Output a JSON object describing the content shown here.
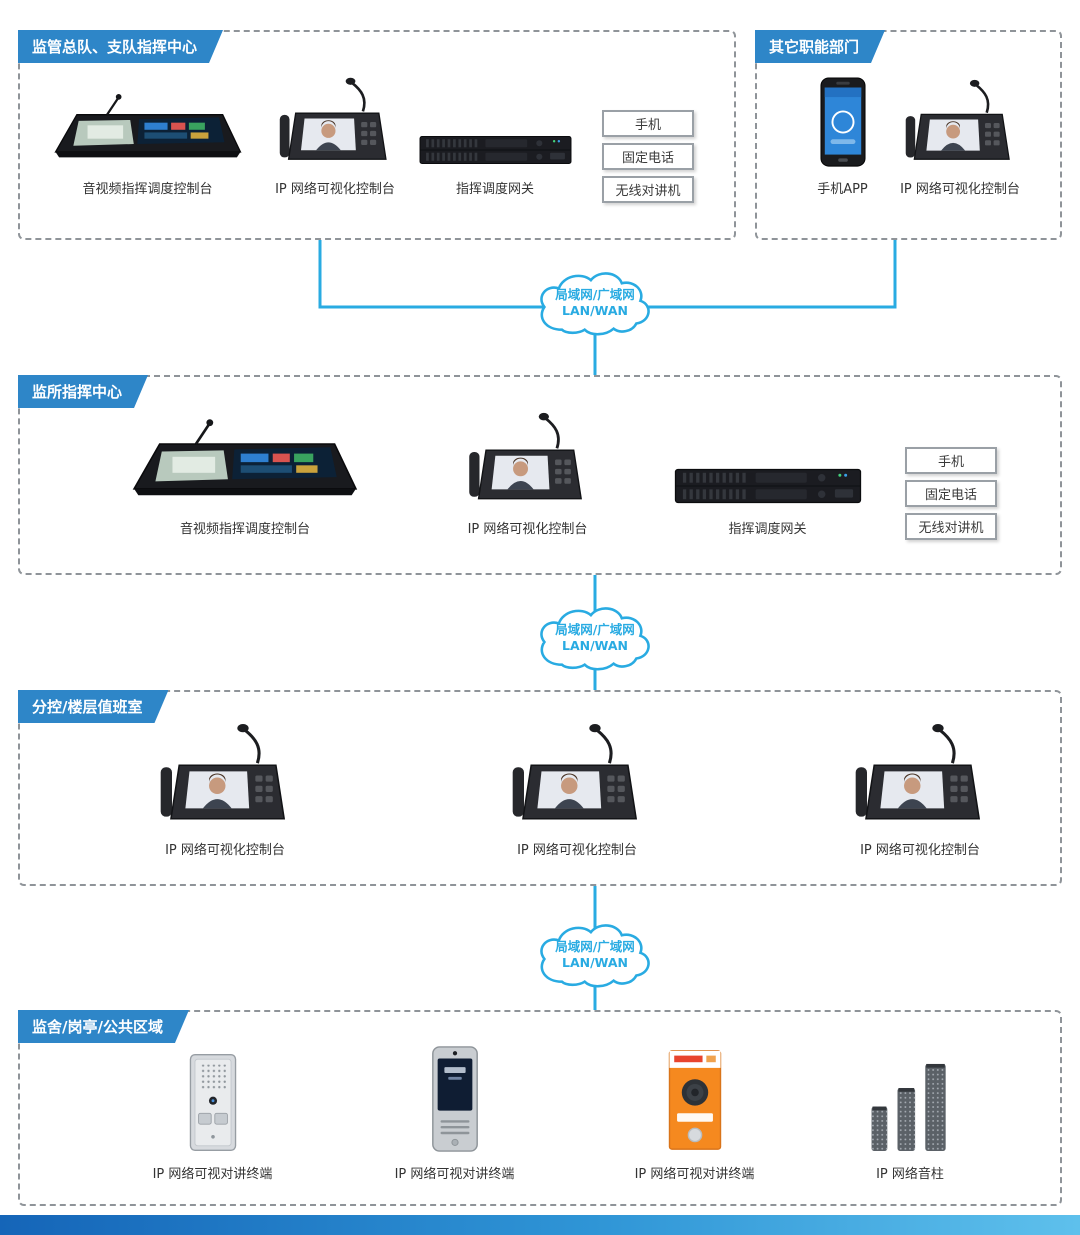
{
  "colors": {
    "accent": "#29abe2",
    "title_bg": "#2e86c8"
  },
  "clouds": {
    "line1": "局域网/广域网",
    "line2": "LAN/WAN"
  },
  "sections": {
    "supervision": {
      "title": "监管总队、支队指挥中心",
      "devices": [
        "音视频指挥调度控制台",
        "IP 网络可视化控制台",
        "指挥调度网关"
      ],
      "endpoints": [
        "手机",
        "固定电话",
        "无线对讲机"
      ]
    },
    "other": {
      "title": "其它职能部门",
      "devices": [
        "手机APP",
        "IP 网络可视化控制台"
      ]
    },
    "prison": {
      "title": "监所指挥中心",
      "devices": [
        "音视频指挥调度控制台",
        "IP 网络可视化控制台",
        "指挥调度网关"
      ],
      "endpoints": [
        "手机",
        "固定电话",
        "无线对讲机"
      ]
    },
    "floor": {
      "title": "分控/楼层值班室",
      "devices": [
        "IP 网络可视化控制台",
        "IP 网络可视化控制台",
        "IP 网络可视化控制台"
      ]
    },
    "area": {
      "title": "监舍/岗亭/公共区域",
      "devices": [
        "IP 网络可视对讲终端",
        "IP 网络可视对讲终端",
        "IP 网络可视对讲终端",
        "IP 网络音柱"
      ]
    }
  }
}
